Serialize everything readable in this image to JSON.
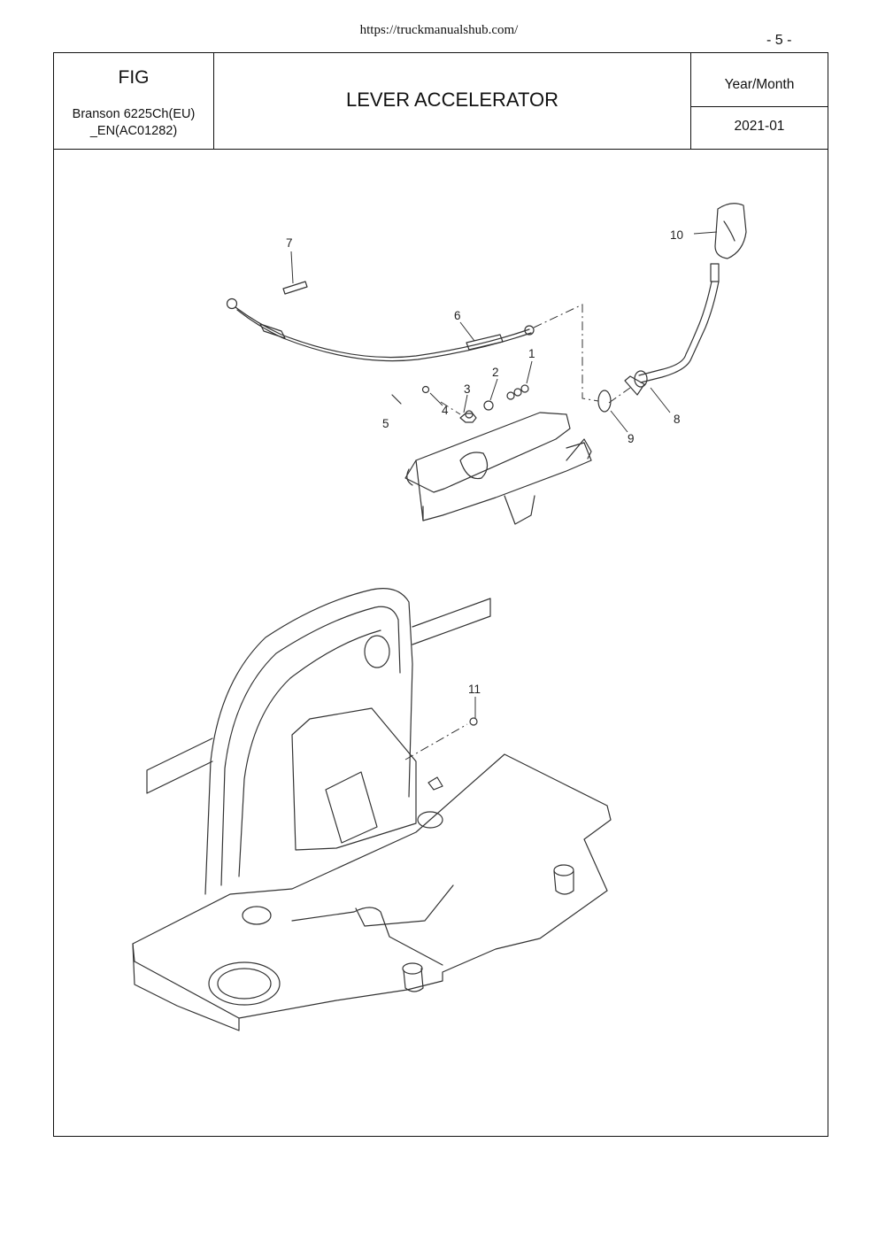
{
  "header": {
    "url": "https://truckmanualshub.com/",
    "page_number": "- 5 -",
    "fig_label": "FIG",
    "model_line1": "Branson 6225Ch(EU)",
    "model_line2": "_EN(AC01282)",
    "title": "LEVER ACCELERATOR",
    "date_label": "Year/Month",
    "date_value": "2021-01"
  },
  "callouts": [
    "1",
    "2",
    "3",
    "4",
    "5",
    "6",
    "7",
    "8",
    "9",
    "10",
    "11"
  ]
}
